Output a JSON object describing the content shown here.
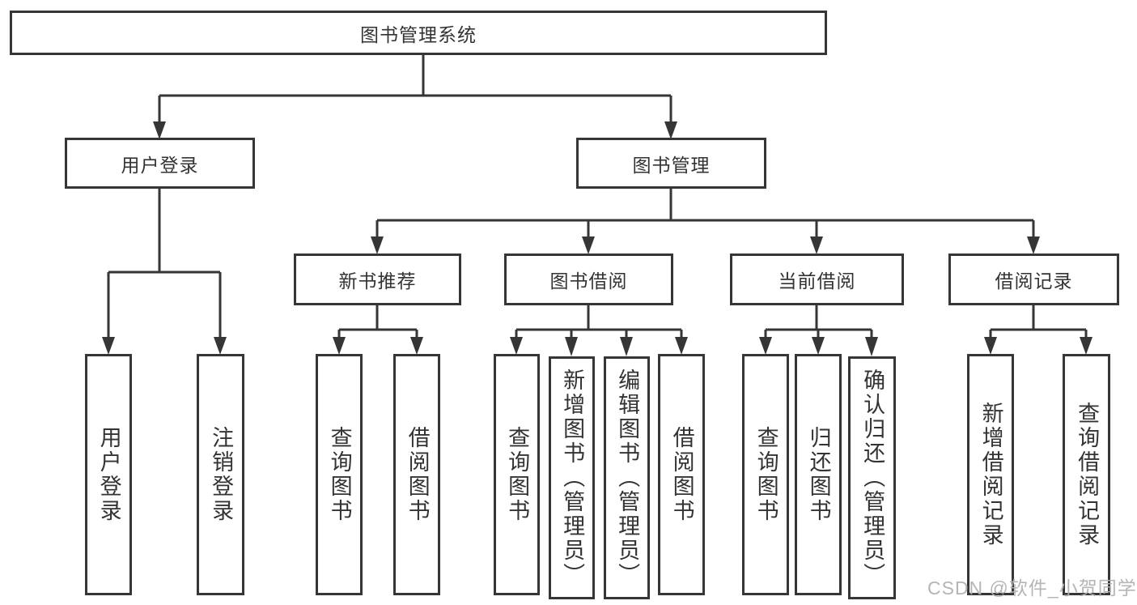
{
  "nodes": {
    "root": "图书管理系统",
    "level2": {
      "user_login": "用户登录",
      "book_management": "图书管理"
    },
    "level3": {
      "new_book_recommend": "新书推荐",
      "book_borrow": "图书借阅",
      "current_borrow": "当前借阅",
      "borrow_records": "借阅记录"
    },
    "leaves": {
      "user_login": [
        "用户登录",
        "注销登录"
      ],
      "new_book_recommend": [
        "查询图书",
        "借阅图书"
      ],
      "book_borrow": [
        "查询图书",
        "新增图书（管理员）",
        "编辑图书（管理员）",
        "借阅图书"
      ],
      "current_borrow": [
        "查询图书",
        "归还图书",
        "确认归还（管理员）"
      ],
      "borrow_records": [
        "新增借阅记录",
        "查询借阅记录"
      ]
    }
  },
  "watermark": {
    "text": "CSDN @软件_小贺同学"
  },
  "colors": {
    "line": "#363636",
    "text": "#333333",
    "background": "#ffffff",
    "watermark": "#b1b1b1"
  }
}
